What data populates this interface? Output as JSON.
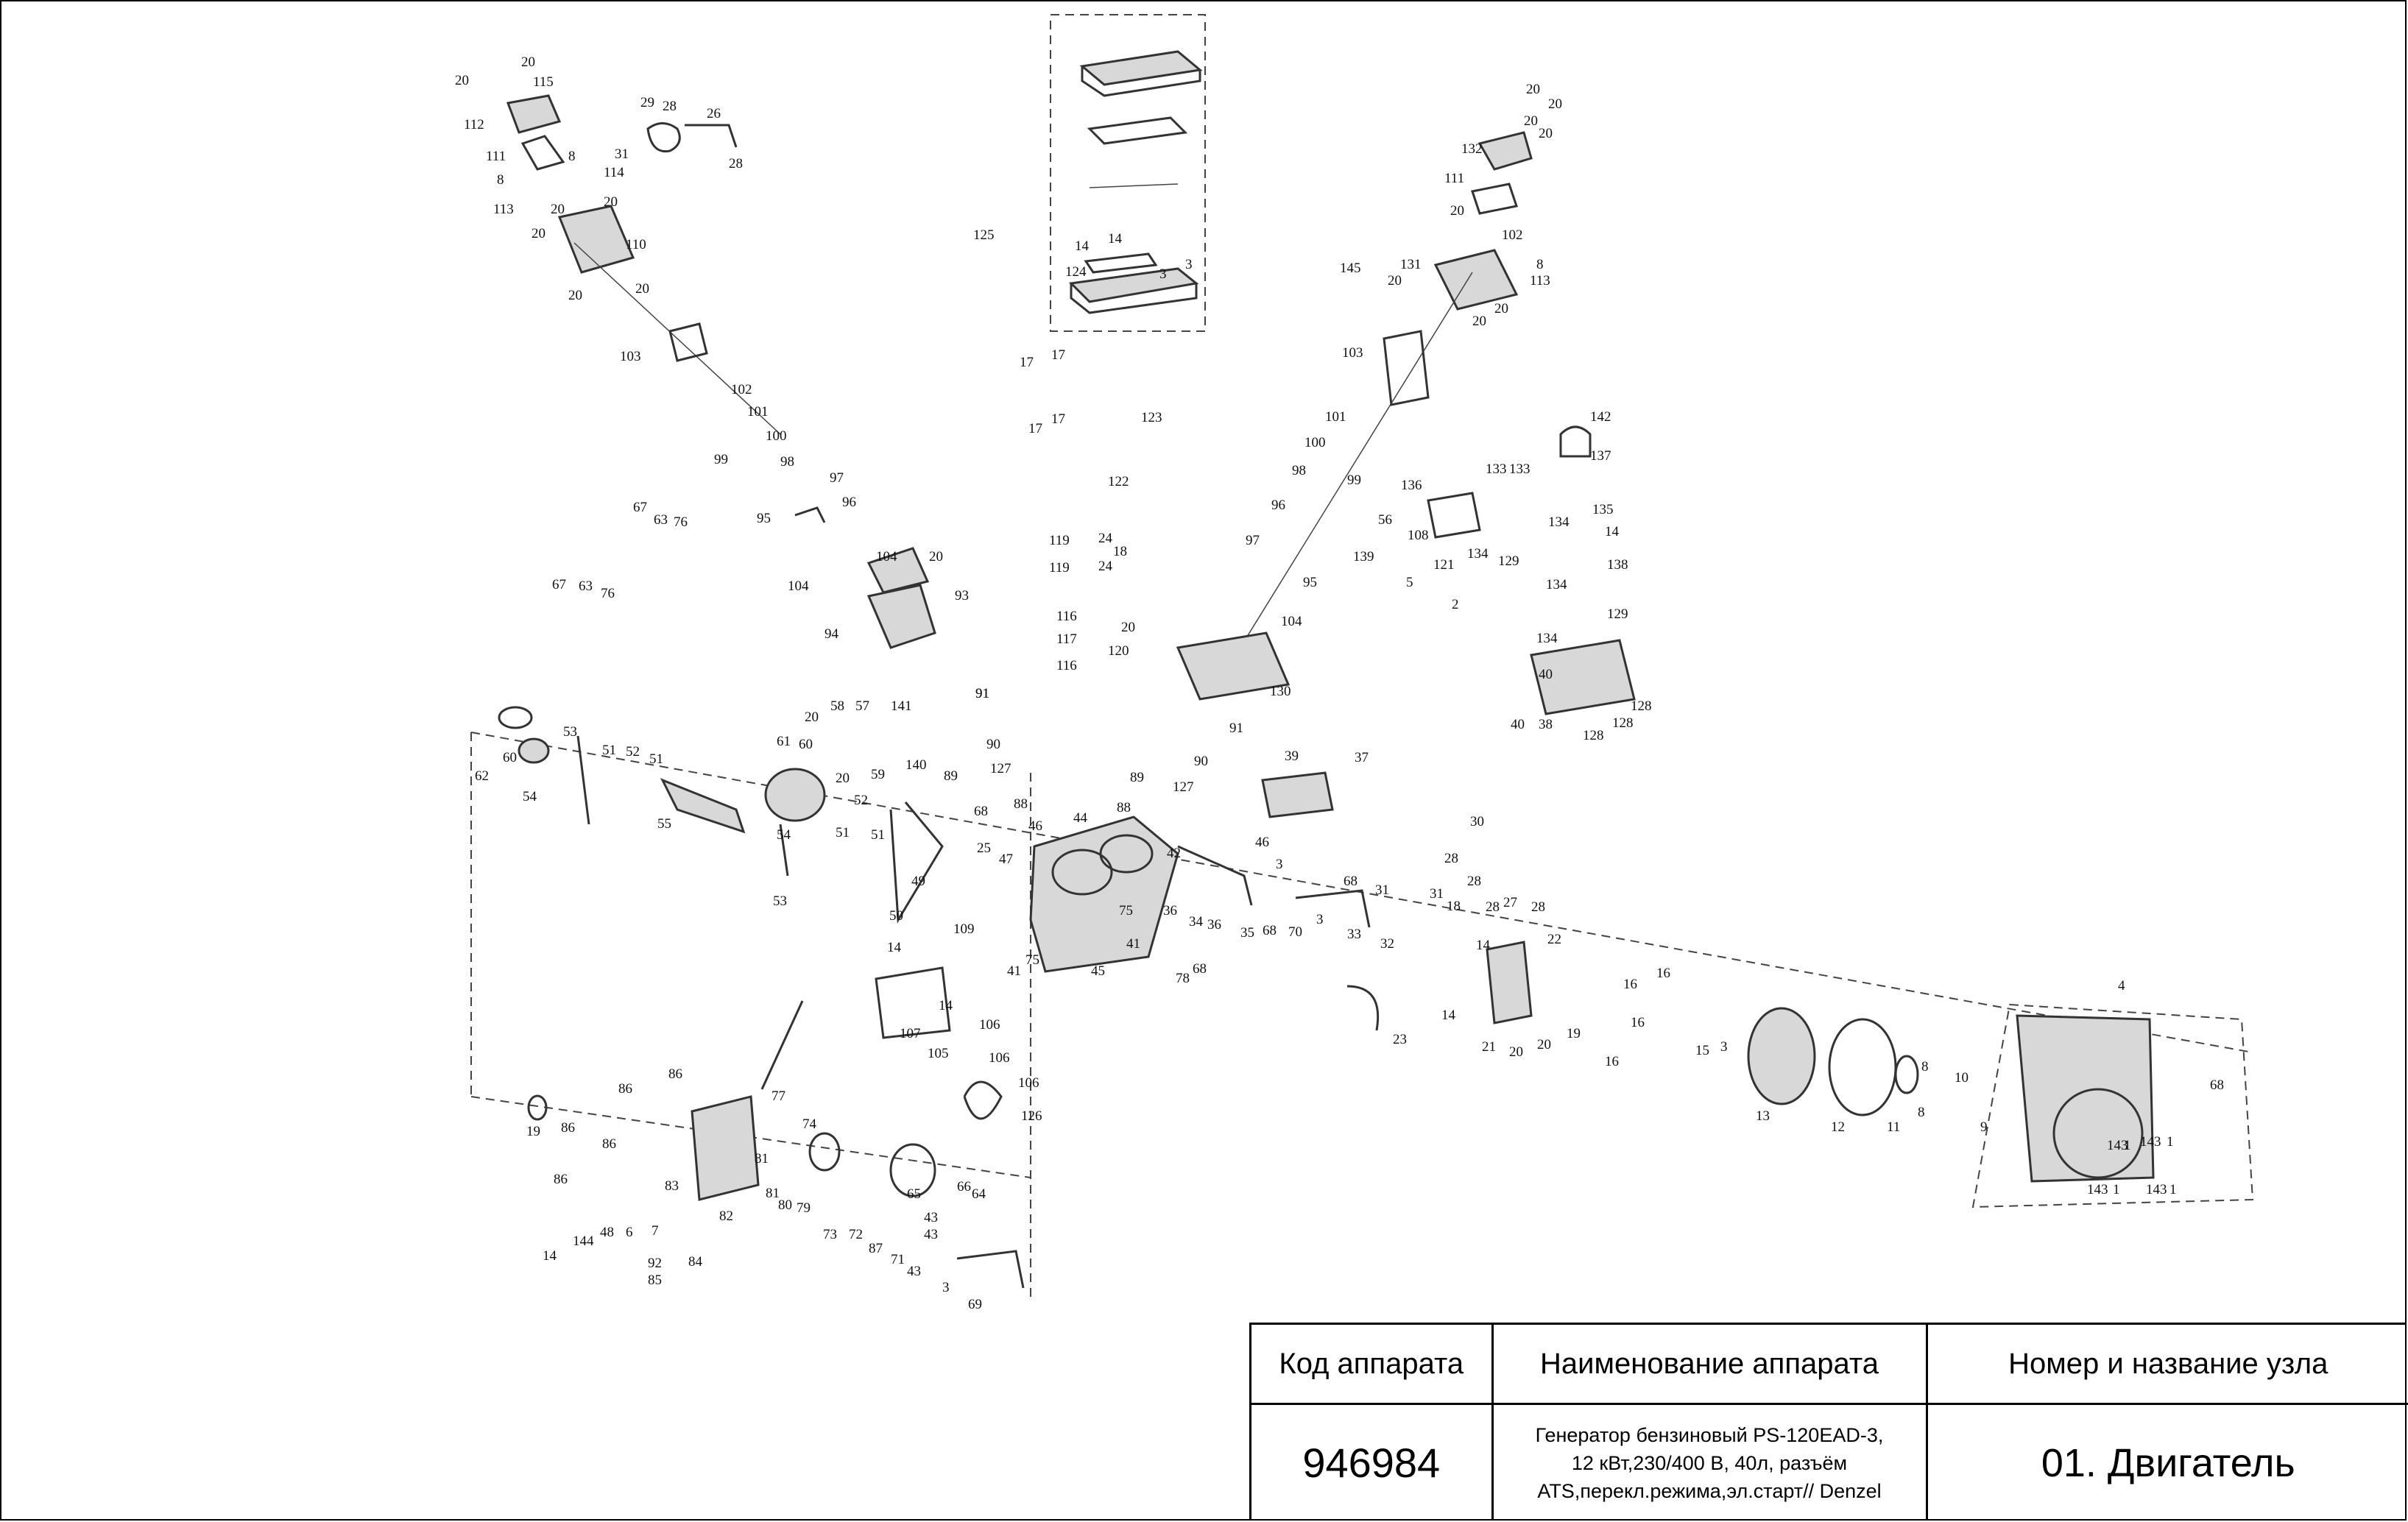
{
  "diagram": {
    "callouts": {
      "c_20a": "20",
      "c_20b": "20",
      "c_115": "115",
      "c_112": "112",
      "c_111a": "111",
      "c_29": "29",
      "c_28a": "28",
      "c_26": "26",
      "c_28b": "28",
      "c_8a": "8",
      "c_31a": "31",
      "c_114": "114",
      "c_8b": "8",
      "c_113a": "113",
      "c_20c": "20",
      "c_20d": "20",
      "c_20e": "20",
      "c_110": "110",
      "c_20f": "20",
      "c_20g": "20",
      "c_103a": "103",
      "c_102a": "102",
      "c_101a": "101",
      "c_100a": "100",
      "c_99a": "99",
      "c_98a": "98",
      "c_97a": "97",
      "c_96a": "96",
      "c_95a": "95",
      "c_67a": "67",
      "c_63a": "63",
      "c_76a": "76",
      "c_67b": "67",
      "c_63b": "63",
      "c_76b": "76",
      "c_104a": "104",
      "c_20h": "20",
      "c_104b": "104",
      "c_93": "93",
      "c_94": "94",
      "c_125": "125",
      "c_14a": "14",
      "c_14b": "14",
      "c_124": "124",
      "c_3a": "3",
      "c_3b": "3",
      "c_17a": "17",
      "c_17b": "17",
      "c_17c": "17",
      "c_17d": "17",
      "c_123": "123",
      "c_122": "122",
      "c_119a": "119",
      "c_24a": "24",
      "c_18a": "18",
      "c_119b": "119",
      "c_24b": "24",
      "c_116a": "116",
      "c_117": "117",
      "c_116b": "116",
      "c_20i": "20",
      "c_120": "120",
      "c_130": "130",
      "c_91a": "91",
      "c_91b": "91",
      "c_20j": "20",
      "c_20k": "20",
      "c_20l": "20",
      "c_20m": "20",
      "c_132": "132",
      "c_111b": "111",
      "c_20n": "20",
      "c_102b": "102",
      "c_145": "145",
      "c_131": "131",
      "c_20o": "20",
      "c_8c": "8",
      "c_113b": "113",
      "c_20p": "20",
      "c_20q": "20",
      "c_103b": "103",
      "c_101b": "101",
      "c_100b": "100",
      "c_98b": "98",
      "c_99b": "99",
      "c_96b": "96",
      "c_97b": "97",
      "c_95b": "95",
      "c_104c": "104",
      "c_142": "142",
      "c_137": "137",
      "c_136": "136",
      "c_133a": "133",
      "c_133b": "133",
      "c_56": "56",
      "c_108": "108",
      "c_134a": "134",
      "c_139": "139",
      "c_5": "5",
      "c_121": "121",
      "c_129a": "129",
      "c_2": "2",
      "c_134b": "134",
      "c_135": "135",
      "c_14c": "14",
      "c_138": "138",
      "c_134c": "134",
      "c_129b": "129",
      "c_134d": "134",
      "c_40a": "40",
      "c_40b": "40",
      "c_38": "38",
      "c_128a": "128",
      "c_128b": "128",
      "c_128c": "128",
      "c_62": "62",
      "c_60a": "60",
      "c_53a": "53",
      "c_51a": "51",
      "c_52a": "52",
      "c_51b": "51",
      "c_54a": "54",
      "c_55": "55",
      "c_20r": "20",
      "c_58": "58",
      "c_57": "57",
      "c_61": "61",
      "c_60b": "60",
      "c_141": "141",
      "c_91c": "91",
      "c_59": "59",
      "c_140": "140",
      "c_90a": "90",
      "c_89a": "89",
      "c_127a": "127",
      "c_20s": "20",
      "c_52b": "52",
      "c_51c": "51",
      "c_51d": "51",
      "c_54b": "54",
      "c_53b": "53",
      "c_68a": "68",
      "c_88a": "88",
      "c_25": "25",
      "c_46a": "46",
      "c_47": "47",
      "c_49": "49",
      "c_50": "50",
      "c_44": "44",
      "c_88b": "88",
      "c_89b": "89",
      "c_90b": "90",
      "c_127b": "127",
      "c_39": "39",
      "c_37": "37",
      "c_46b": "46",
      "c_42": "42",
      "c_3c": "3",
      "c_36a": "36",
      "c_34": "34",
      "c_36b": "36",
      "c_35": "35",
      "c_68b": "68",
      "c_70": "70",
      "c_3d": "3",
      "c_30": "30",
      "c_28c": "28",
      "c_28d": "28",
      "c_28e": "28",
      "c_27": "27",
      "c_28f": "28",
      "c_68c": "68",
      "c_31b": "31",
      "c_31c": "31",
      "c_33": "33",
      "c_32": "32",
      "c_18b": "18",
      "c_14d": "14",
      "c_22": "22",
      "c_75a": "75",
      "c_41a": "41",
      "c_75b": "75",
      "c_45": "45",
      "c_41b": "41",
      "c_78": "78",
      "c_68d": "68",
      "c_14e": "14",
      "c_109": "109",
      "c_14f": "14",
      "c_107": "107",
      "c_106a": "106",
      "c_105": "105",
      "c_106b": "106",
      "c_106c": "106",
      "c_126": "126",
      "c_23": "23",
      "c_14g": "14",
      "c_21": "21",
      "c_20t": "20",
      "c_20u": "20",
      "c_19a": "19",
      "c_16a": "16",
      "c_16b": "16",
      "c_16c": "16",
      "c_16d": "16",
      "c_15": "15",
      "c_3e": "3",
      "c_13": "13",
      "c_12": "12",
      "c_8d": "8",
      "c_8e": "8",
      "c_11": "11",
      "c_10": "10",
      "c_9": "9",
      "c_4": "4",
      "c_68e": "68",
      "c_143a": "143",
      "c_1a": "1",
      "c_143b": "143",
      "c_1b": "1",
      "c_143c": "143",
      "c_1c": "1",
      "c_143d": "143",
      "c_1d": "1",
      "c_77": "77",
      "c_86a": "86",
      "c_86b": "86",
      "c_86c": "86",
      "c_86d": "86",
      "c_86e": "86",
      "c_19b": "19",
      "c_74": "74",
      "c_83": "83",
      "c_81a": "81",
      "c_81b": "81",
      "c_80": "80",
      "c_79": "79",
      "c_65": "65",
      "c_66": "66",
      "c_64": "64",
      "c_82": "82",
      "c_73": "73",
      "c_72": "72",
      "c_87": "87",
      "c_71": "71",
      "c_43a": "43",
      "c_43b": "43",
      "c_43c": "43",
      "c_14h": "14",
      "c_144": "144",
      "c_48": "48",
      "c_6": "6",
      "c_7": "7",
      "c_92": "92",
      "c_85": "85",
      "c_84": "84",
      "c_3f": "3",
      "c_69": "69"
    }
  },
  "title_block": {
    "col1_header": "Код аппарата",
    "col2_header": "Наименование аппарата",
    "col3_header": "Номер и название узла",
    "code": "946984",
    "desc_line1": "Генератор бензиновый PS-120EAD-3,",
    "desc_line2": "12 кВт,230/400 В, 40л, разъём",
    "desc_line3": "ATS,перекл.режима,эл.старт// Denzel",
    "node": "01. Двигатель"
  }
}
